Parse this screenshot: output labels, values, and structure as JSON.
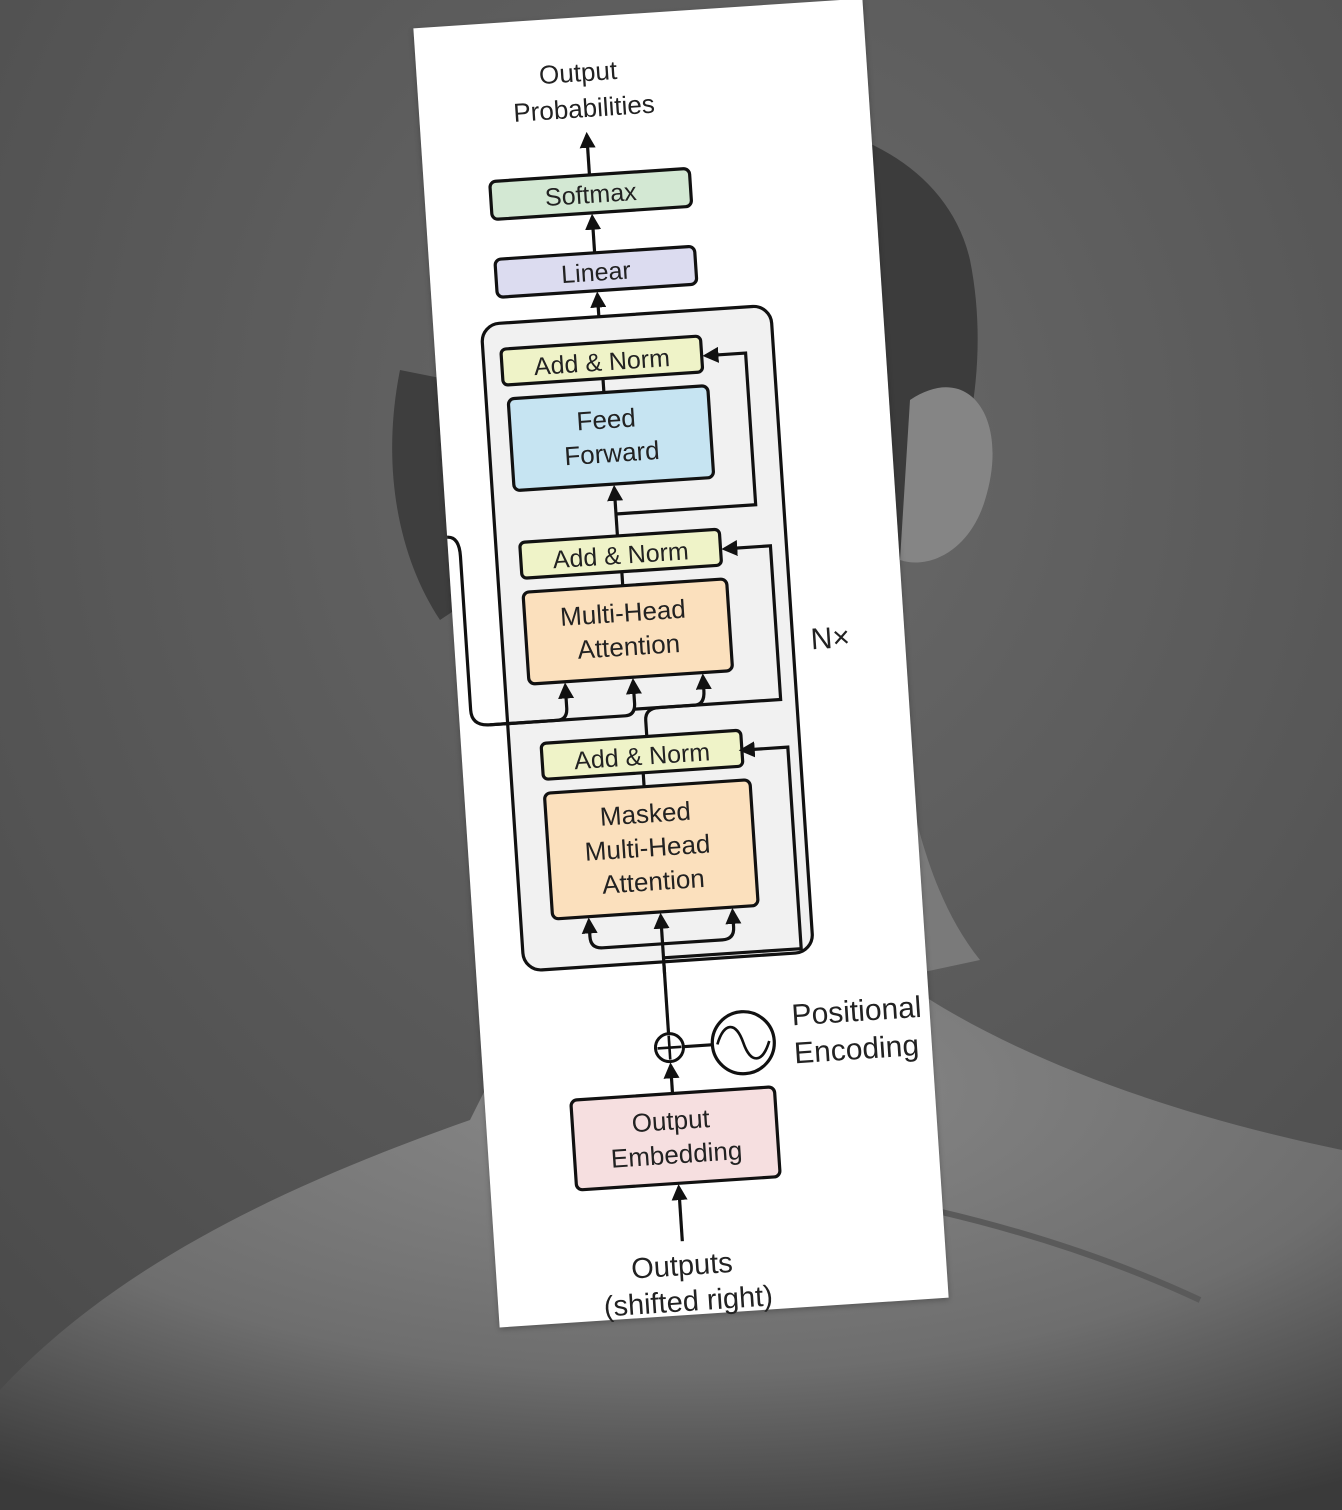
{
  "diagram": {
    "top_label": [
      "Output",
      "Probabilities"
    ],
    "softmax": "Softmax",
    "linear": "Linear",
    "decoder_layer": {
      "add_norm_top": "Add & Norm",
      "feed_forward": [
        "Feed",
        "Forward"
      ],
      "add_norm_mid": "Add & Norm",
      "multi_head_attention": [
        "Multi-Head",
        "Attention"
      ],
      "add_norm_bottom": "Add & Norm",
      "masked_attention": [
        "Masked",
        "Multi-Head",
        "Attention"
      ],
      "repeat": "N×"
    },
    "positional_encoding": [
      "Positional",
      "Encoding"
    ],
    "output_embedding": [
      "Output",
      "Embedding"
    ],
    "bottom_label": [
      "Outputs",
      "(shifted right)"
    ]
  },
  "colors": {
    "softmax": "#d3e8d3",
    "linear": "#dcdcf0",
    "add_norm": "#eff3c8",
    "feed_forward": "#c6e4f2",
    "attention": "#fbe0bd",
    "embedding": "#f6dfe0",
    "layer_bg": "#f1f1f1"
  }
}
